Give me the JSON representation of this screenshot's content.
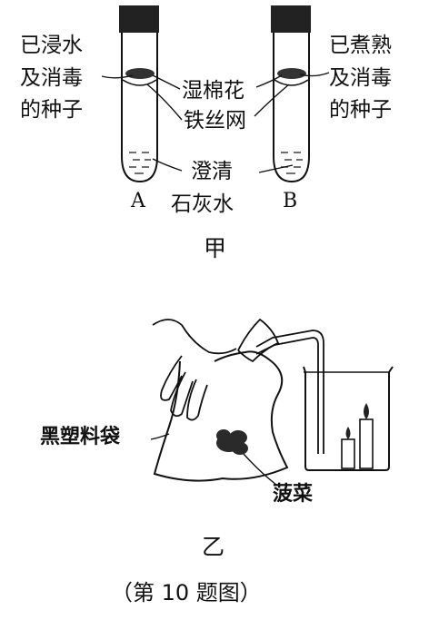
{
  "figure_a": {
    "tube_a_label": "A",
    "tube_b_label": "B",
    "soaked_seeds_label": [
      "已浸水",
      "及消毒",
      "的种子"
    ],
    "boiled_seeds_label": [
      "已煮熟",
      "及消毒",
      "的种子"
    ],
    "wet_cotton_label": "湿棉花",
    "wire_mesh_label": "铁丝网",
    "limewater_label": [
      "澄清",
      "石灰水"
    ],
    "caption": "甲"
  },
  "figure_b": {
    "black_bag_label": "黑塑料袋",
    "spinach_label": "菠菜",
    "caption": "乙"
  },
  "figure_caption": "（第 10 题图）"
}
